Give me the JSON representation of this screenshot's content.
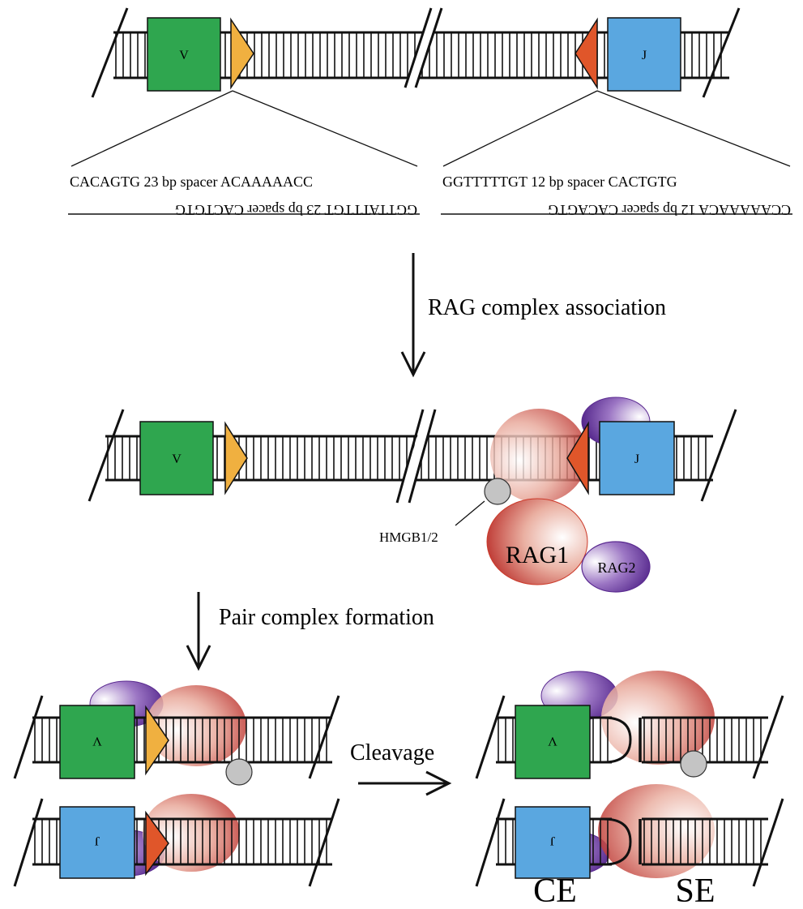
{
  "segments": {
    "v": "V",
    "j": "J"
  },
  "rss": {
    "left": {
      "top_strand": "CACAGTG 23 bp spacer ACAAAAACC",
      "bottom_strand": "GGTTATTTGT 23 bp spacer CACTGTG"
    },
    "right": {
      "top_strand": "GGTTTTTGT 12 bp spacer   CACTGTG",
      "bottom_strand": "CCAAAAACA 12 bp spacer CACAGTG"
    }
  },
  "steps": {
    "association": "RAG complex association",
    "pairing": "Pair complex formation",
    "cleavage": "Cleavage"
  },
  "proteins": {
    "hmgb": "HMGB1/2",
    "rag1": "RAG1",
    "rag2": "RAG2"
  },
  "ends": {
    "ce": "CE",
    "se": "SE"
  },
  "colors": {
    "v_segment": "#2fa64f",
    "j_segment": "#5aa7e0",
    "rss23_triangle": "#f0b040",
    "rss12_triangle": "#e0562a",
    "rag1": "#b5201c",
    "rag2": "#6a2fa0",
    "hmgb": "#c4c4c4"
  }
}
